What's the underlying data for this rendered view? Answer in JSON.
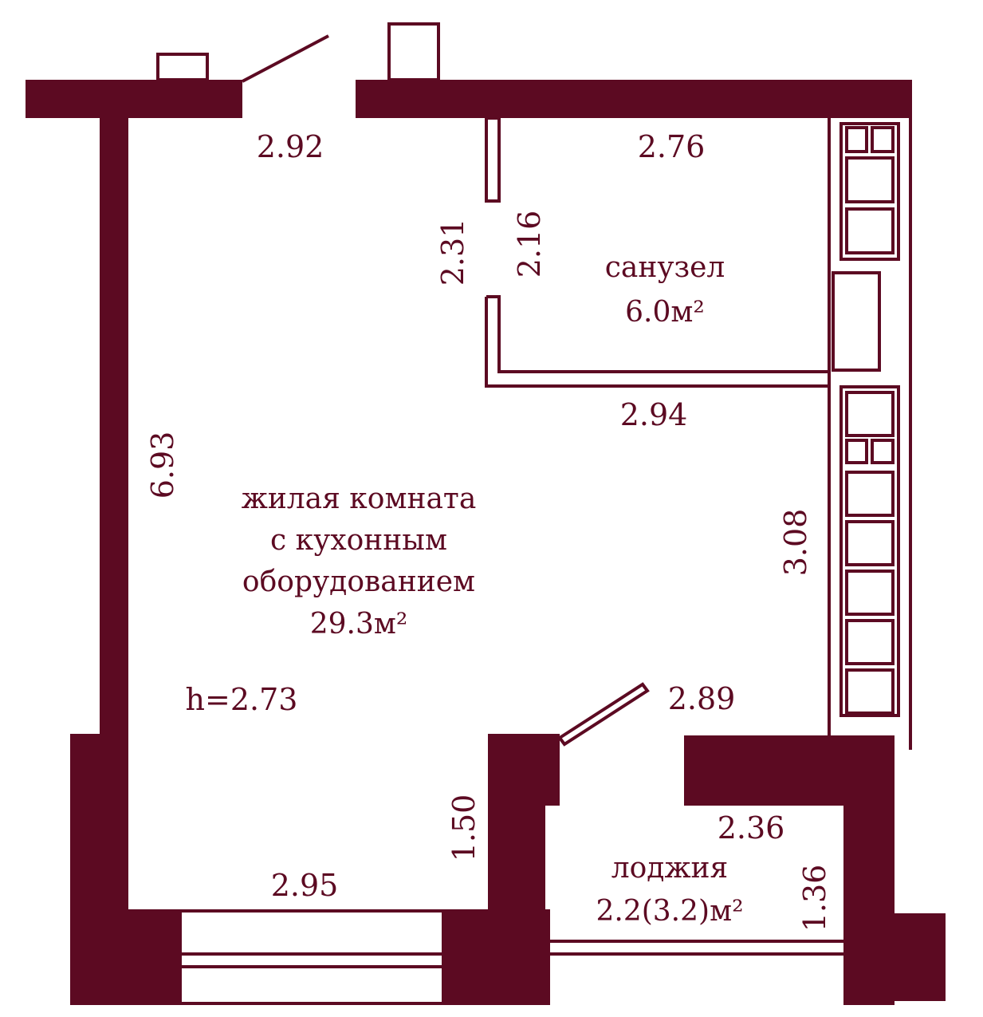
{
  "colors": {
    "wall": "#5c0a22",
    "text": "#5c0a22",
    "line": "#5c0a22"
  },
  "rooms": {
    "living": {
      "line1": "жилая комната",
      "line2": "с кухонным",
      "line3": "оборудованием",
      "area": "29.3м²"
    },
    "bathroom": {
      "name": "санузел",
      "area": "6.0м²"
    },
    "loggia": {
      "name": "лоджия",
      "area": "2.2(3.2)м²"
    }
  },
  "ceiling_height": "h=2.73",
  "dimensions": {
    "top_left": "2.92",
    "top_right": "2.76",
    "bath_opening": "2.31",
    "bath_side": "2.16",
    "bath_bottom": "2.94",
    "left_wall": "6.93",
    "right_wall": "3.08",
    "living_bottom": "2.95",
    "loggia_door_wall": "1.50",
    "door_width": "2.89",
    "loggia_width": "2.36",
    "loggia_depth": "1.36"
  }
}
